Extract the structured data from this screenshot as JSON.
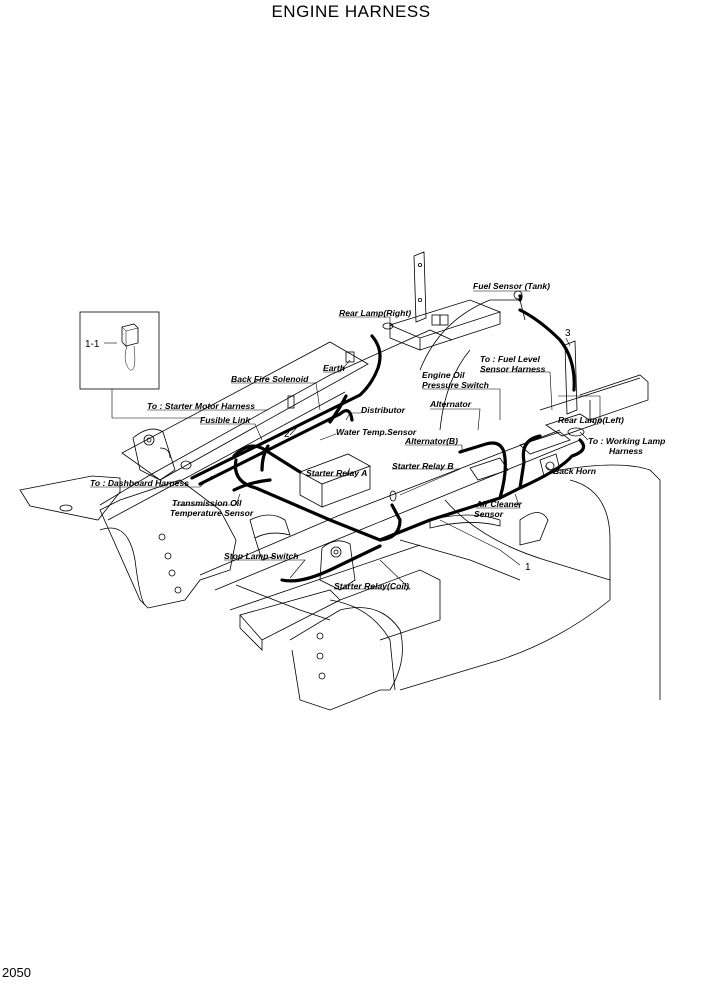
{
  "title": "ENGINE HARNESS",
  "page_number": "2050",
  "callouts": {
    "inset": "1-1",
    "one": "1",
    "two": "2",
    "three": "3"
  },
  "labels": {
    "fuel_sensor_tank": "Fuel Sensor (Tank)",
    "rear_lamp_right": "Rear Lamp(Right)",
    "earth": "Earth",
    "back_fire_solenoid": "Back Fire Solenoid",
    "to_starter_motor_harness": "To : Starter Motor Harness",
    "fusible_link": "Fusible Link",
    "distributor": "Distributor",
    "water_temp_sensor": "Water Temp.Sensor",
    "engine_oil_pressure_switch_1": "Engine Oil",
    "engine_oil_pressure_switch_2": "Pressure Switch",
    "to_fuel_level_1": "To : Fuel Level",
    "to_fuel_level_2": "Sensor Harness",
    "alternator": "Alternator",
    "alternator_b": "Alternator(B)",
    "rear_lamp_left": "Rear Lamp(Left)",
    "to_working_lamp_1": "To : Working Lamp",
    "to_working_lamp_2": "Harness",
    "starter_relay_a": "Starter Relay A",
    "starter_relay_b": "Starter Relay B",
    "back_horn": "Back Horn",
    "to_dashboard_harness": "To : Dashboard Harness",
    "transmission_oil_1": "Transmission Oil",
    "transmission_oil_2": "Temperature Sensor",
    "air_cleaner_1": "Air Cleaner",
    "air_cleaner_2": "Sensor",
    "stop_lamp_switch": "Stop Lamp Switch",
    "starter_relay_coil": "Starter Relay(Coil)"
  }
}
